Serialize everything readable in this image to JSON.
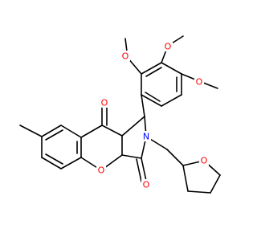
{
  "colors": {
    "background": "#ffffff",
    "bond": "#000000",
    "oxygen": "#ff0000",
    "nitrogen": "#0000ff"
  },
  "labels": {
    "methoxy_o_top_left": "O",
    "methoxy_o_top_right": "O",
    "methoxy_o_right": "O",
    "ketone_o": "O",
    "ring_o": "O",
    "lactam_o": "O",
    "thf_o": "O",
    "nitrogen": "N"
  }
}
